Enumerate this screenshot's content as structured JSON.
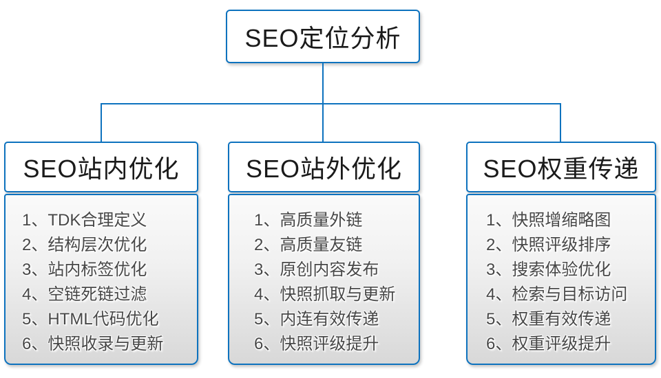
{
  "diagram": {
    "root": {
      "title": "SEO定位分析"
    },
    "branches": [
      {
        "title": "SEO站内优化",
        "items": [
          "1、TDK合理定义",
          "2、结构层次优化",
          "3、站内标签优化",
          "4、空链死链过滤",
          "5、HTML代码优化",
          "6、快照收录与更新"
        ]
      },
      {
        "title": "SEO站外优化",
        "items": [
          "1、高质量外链",
          "2、高质量友链",
          "3、原创内容发布",
          "4、快照抓取与更新",
          "5、内连有效传递",
          "6、快照评级提升"
        ]
      },
      {
        "title": "SEO权重传递",
        "items": [
          "1、快照增缩略图",
          "2、快照评级排序",
          "3、搜索体验优化",
          "4、检索与目标访问",
          "5、权重有效传递",
          "6、权重评级提升"
        ]
      }
    ],
    "colors": {
      "accent": "#0d72be",
      "title_text": "#1a1a1a",
      "item_text": "#474747",
      "panel_gradient_top": "#fafafa",
      "panel_gradient_bottom": "#d8d8d8"
    }
  }
}
